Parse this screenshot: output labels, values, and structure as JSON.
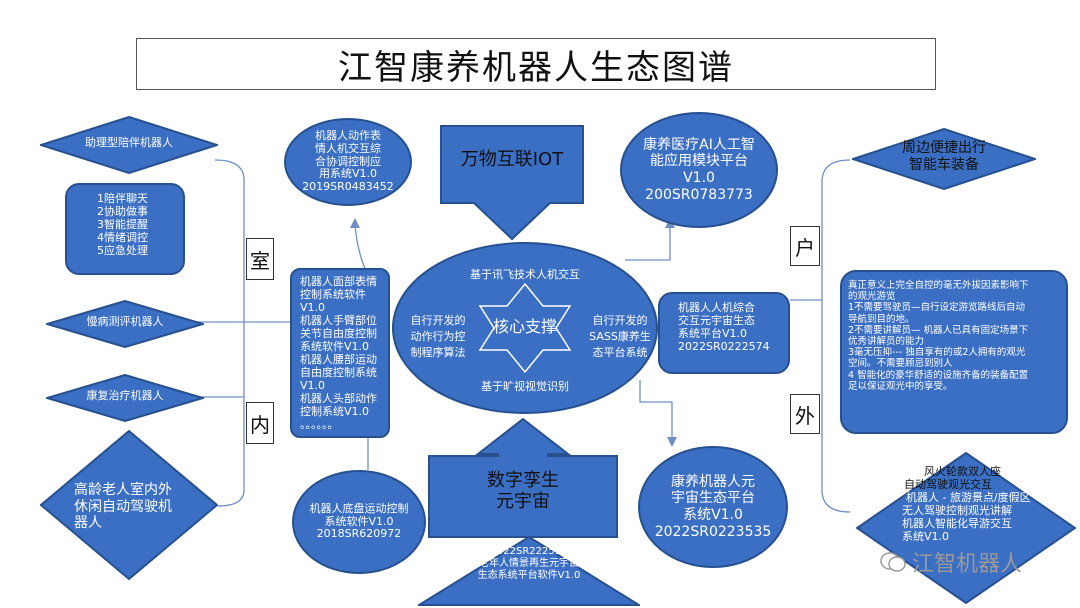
{
  "title": "江智康养机器人生态图谱",
  "left": {
    "assist": "助理型陪伴机器人",
    "functions": [
      "1陪伴聊天",
      "2协助做事",
      "3智能提醒",
      "4情绪调控",
      "5应急处理"
    ],
    "chronic": "慢病测评机器人",
    "rehab": "康复治疗机器人",
    "elderly": [
      "高龄老人室内外",
      "休闲自动驾驶机",
      "器人"
    ]
  },
  "indoor": [
    "室",
    "内"
  ],
  "outdoor": [
    "户",
    "外"
  ],
  "circle_top_left": [
    "机器人动作表",
    "情人机交互综",
    "合协调控制应",
    "用系统V1.0",
    "2019SR0483452"
  ],
  "box_left_software": [
    "机器人面部表情",
    "控制系统软件",
    "V1.0",
    "机器人手臂部位",
    "关节自由度控制",
    "系统软件V1.0",
    "机器人腰部运动",
    "自由度控制系统",
    "V1.0",
    "机器人头部动作",
    "控制系统V1.0",
    "。。。。。。"
  ],
  "circle_bottom_left": [
    "机器人底盘运动控制",
    "系统软件V1.0",
    "2018SR620972"
  ],
  "iot": "万物互联IOT",
  "digital_twin": [
    "数字孪生",
    "元宇宙"
  ],
  "core": {
    "top": "基于讯飞技术人机交互",
    "bottom": "基于旷视视觉识别",
    "left": [
      "自行开发的",
      "动作行为控",
      "制程序算法"
    ],
    "right": [
      "自行开发的",
      "SASS康养生",
      "态平台系统"
    ],
    "center": "核心支撑"
  },
  "circle_top_right": [
    "康养医疗AI人工智",
    "能应用模块平台",
    "V1.0",
    "200SR0783773"
  ],
  "box_right": [
    "机器人人机综合",
    "交互元宇宙生态",
    "系统平台V1.0",
    "2022SR0222574"
  ],
  "circle_bottom_right": [
    "康养机器人元",
    "宇宙生态平台",
    "系统V1.0",
    "2022SR0223535"
  ],
  "triangle_bottom": [
    "2022SR222536",
    "老年人情景再生元宇宙",
    "生态系统平台软件V1.0"
  ],
  "right": {
    "mobility": [
      "周边便捷出行",
      "智能车装备"
    ],
    "outdoor_text": [
      "真正意义上完全自控的毫无外拔因素影响下",
      "的观光游览",
      "1不需要驾驶员—自行设定游览路线后自动",
      "导航到目的地。",
      "2不需要讲解员—  机器人已具有固定场景下",
      "优秀讲解员的能力",
      "3毫无压抑---  独自享有的或2人拥有的观光",
      "空间。不需要顾忌到别人",
      "4 智能化的豪华舒适的设施齐备的装备配置",
      "足以保证观光中的享受。"
    ],
    "bottom_diamond": [
      "风火轮款双人座",
      "自动驾驶观光交互",
      "机器人 - 旅游景点/度假区",
      "无人驾驶控制观光讲解",
      "机器人智能化导游交互",
      "系统V1.0"
    ]
  },
  "watermark": "江智机器人"
}
